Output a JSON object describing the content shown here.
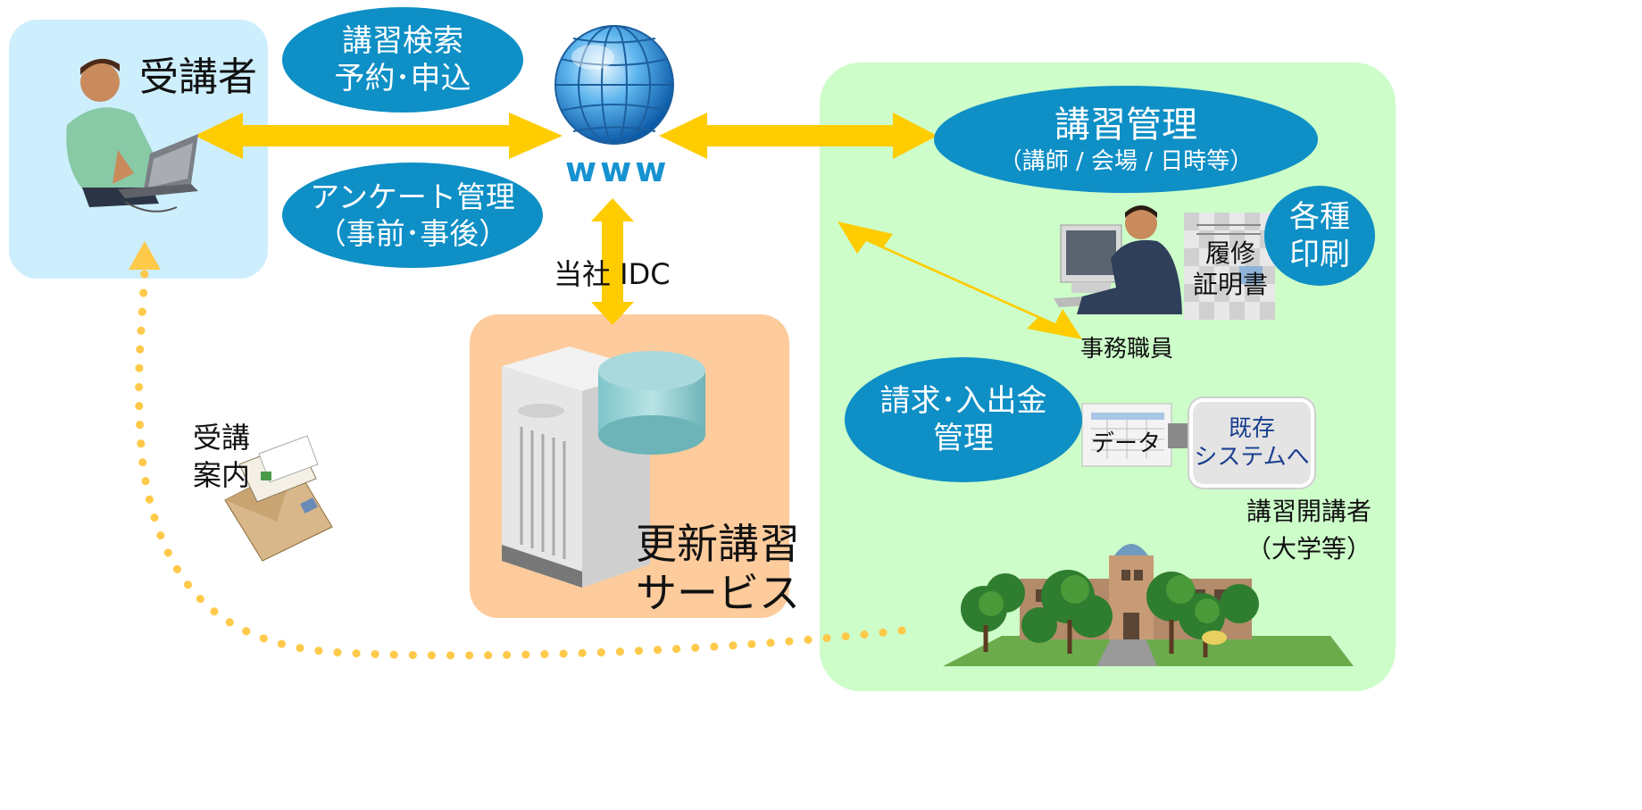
{
  "learner": {
    "title": "受講者"
  },
  "search_bubble": {
    "line1": "講習検索",
    "line2": "予約･申込"
  },
  "survey_bubble": {
    "line1": "アンケート管理",
    "line2": "（事前･事後）"
  },
  "www": {
    "label": "www"
  },
  "idc": {
    "label": "当社 IDC"
  },
  "service": {
    "line1": "更新講習",
    "line2": "サービス"
  },
  "course_mgmt": {
    "line1": "講習管理",
    "line2": "（講師 / 会場 / 日時等）"
  },
  "printing": {
    "line1": "各種",
    "line2": "印刷"
  },
  "certificate": {
    "line1": "履修",
    "line2": "証明書"
  },
  "office_staff": {
    "label": "事務職員"
  },
  "billing": {
    "line1": "請求･入出金",
    "line2": "管理"
  },
  "data_doc": {
    "label": "データ"
  },
  "existing_system": {
    "line1": "既存",
    "line2": "システムへ"
  },
  "organizer": {
    "line1": "講習開講者",
    "line2": "（大学等）"
  },
  "notice": {
    "line1": "受講",
    "line2": "案内"
  },
  "colors": {
    "bubble": "#0e8fc6",
    "arrow": "#ffcc00",
    "learner_panel": "#cdeefd",
    "service_panel": "#fdcb9c",
    "organizer_panel": "#cdfdc9"
  }
}
